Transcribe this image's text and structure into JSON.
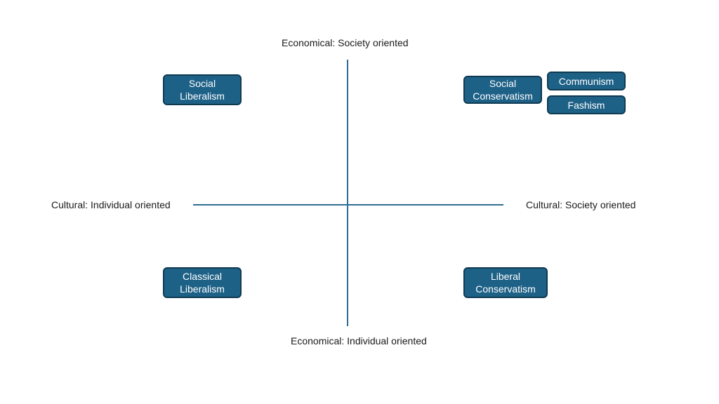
{
  "axes": {
    "top": "Economical: Society oriented",
    "bottom": "Economical: Individual oriented",
    "left": "Cultural: Individual oriented",
    "right": "Cultural: Society oriented"
  },
  "boxes": {
    "social_liberalism": {
      "line1": "Social",
      "line2": "Liberalism"
    },
    "social_conservatism": {
      "line1": "Social",
      "line2": "Conservatism"
    },
    "communism": "Communism",
    "fashism": "Fashism",
    "classical_liberalism": {
      "line1": "Classical",
      "line2": "Liberalism"
    },
    "liberal_conservatism": {
      "line1": "Liberal",
      "line2": "Conservatism"
    }
  },
  "colors": {
    "box_fill": "#1e6187",
    "box_border": "#0f3a52",
    "axis_line": "#2f6d94"
  }
}
